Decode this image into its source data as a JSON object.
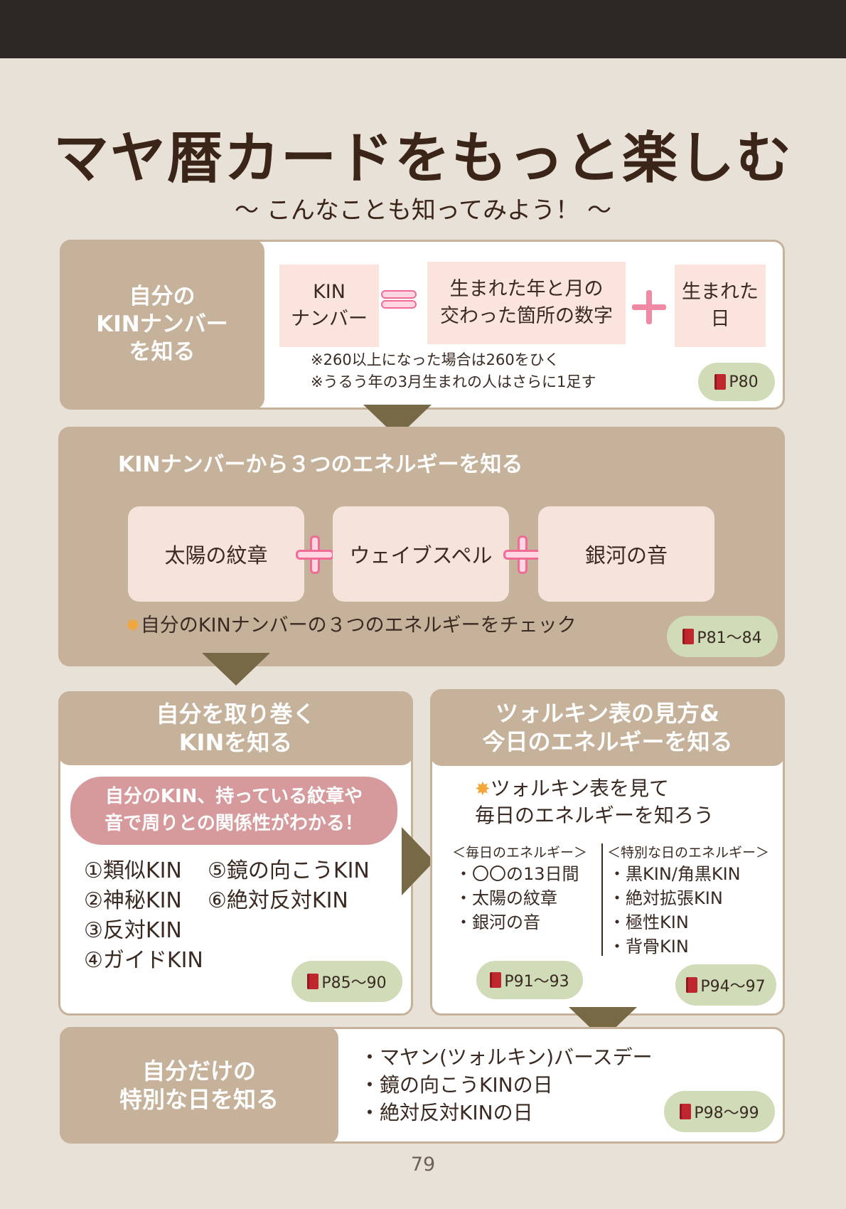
{
  "header": {
    "title": "マヤ暦カードをもっと楽しむ",
    "subtitle": "〜 こんなことも知ってみよう！ 〜"
  },
  "section1": {
    "label": "自分の\nKINナンバー\nを知る",
    "kin_box": "KIN\nナンバー",
    "year_month_box": "生まれた年と月の\n交わった箇所の数字",
    "day_box": "生まれた\n日",
    "note1": "※260以上になった場合は260をひく",
    "note2": "※うるう年の3月生まれの人はさらに1足す",
    "page_ref": "P80"
  },
  "section2": {
    "heading": "KINナンバーから３つのエネルギーを知る",
    "items": [
      "太陽の紋章",
      "ウェイブスペル",
      "銀河の音"
    ],
    "check": "自分のKINナンバーの３つのエネルギーをチェック",
    "page_ref": "P81〜84"
  },
  "section3": {
    "heading": "自分を取り巻く\nKINを知る",
    "banner": "自分のKIN、持っている紋章や\n音で周りとの関係性がわかる！",
    "col1": [
      "①類似KIN",
      "②神秘KIN",
      "③反対KIN",
      "④ガイドKIN"
    ],
    "col2": [
      "⑤鏡の向こうKIN",
      "⑥絶対反対KIN"
    ],
    "page_ref": "P85〜90"
  },
  "section4": {
    "heading": "ツォルキン表の見方&\n今日のエネルギーを知る",
    "intro": "ツォルキン表を見て\n毎日のエネルギーを知ろう",
    "daily_head": "＜毎日のエネルギー＞",
    "daily_items": [
      "・〇〇の13日間",
      "・太陽の紋章",
      "・銀河の音"
    ],
    "special_head": "＜特別な日のエネルギー＞",
    "special_items": [
      "・黒KIN/角黒KIN",
      "・絶対拡張KIN",
      "・極性KIN",
      "・背骨KIN"
    ],
    "page_ref_daily": "P91〜93",
    "page_ref_special": "P94〜97"
  },
  "section5": {
    "label": "自分だけの\n特別な日を知る",
    "items": [
      "・マヤン(ツォルキン)バースデー",
      "・鏡の向こうKINの日",
      "・絶対反対KINの日"
    ],
    "page_ref": "P98〜99"
  },
  "page_number": "79",
  "colors": {
    "background": "#e7e1d7",
    "tan": "#c6b29a",
    "arrow": "#776946",
    "pill": "#cfdcb7",
    "pink": "#d69a9c"
  }
}
